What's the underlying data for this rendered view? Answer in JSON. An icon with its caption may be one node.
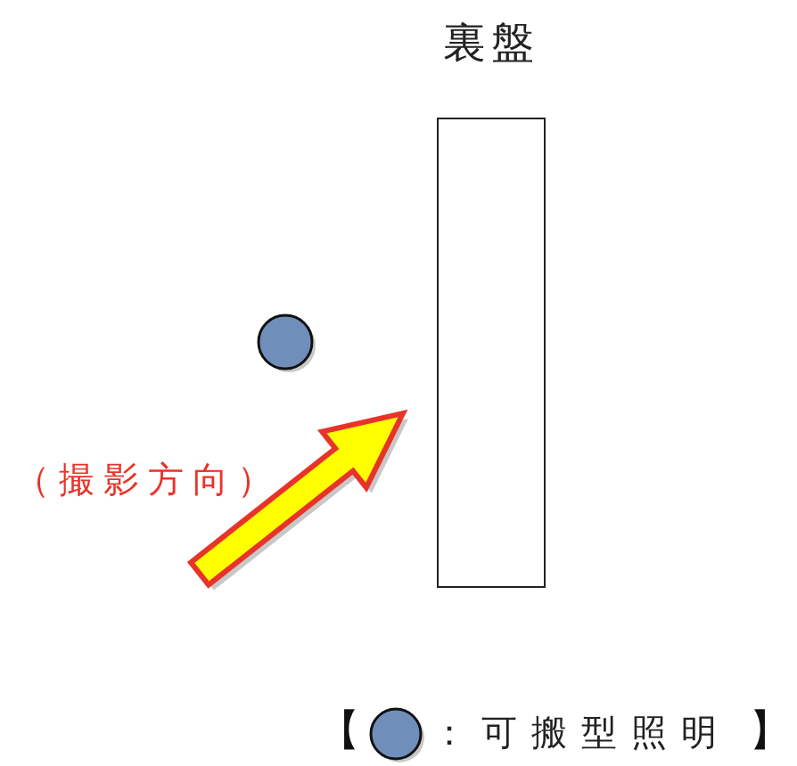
{
  "diagram": {
    "nodes": [
      {
        "text": [
          "裏盤"
        ]
      },
      {
        "text": [],
        "shape": "circle"
      }
    ],
    "labels": [
      "（撮影方向）",
      "【",
      "】"
    ],
    "legend": [
      {
        "text": "：可搬型照明",
        "color": "#6f8fba"
      }
    ]
  }
}
